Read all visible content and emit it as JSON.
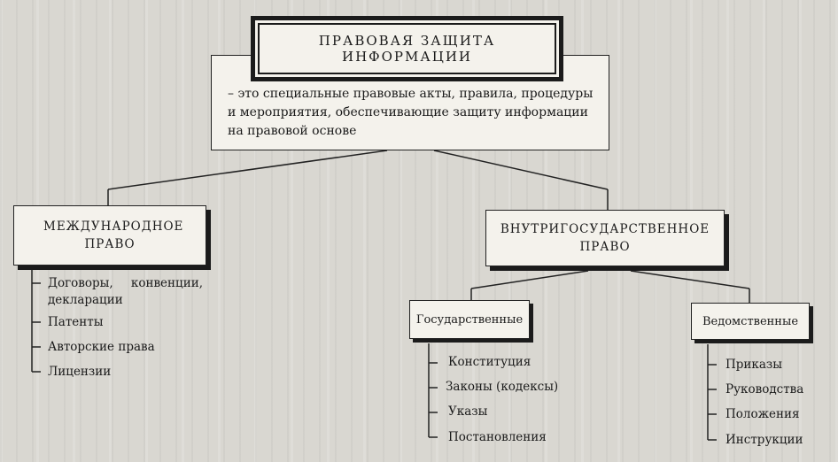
{
  "diagram": {
    "title": "ПРАВОВАЯ  ЗАЩИТА  ИНФОРМАЦИИ",
    "description": "– это специальные правовые акты, правила, процедуры и мероприятия, обеспечивающие защиту информации на правовой основе",
    "branches": {
      "international": {
        "label": "МЕЖДУНАРОДНОЕ ПРАВО",
        "items": [
          "Договоры, конвенции, декларации",
          "Патенты",
          "Авторские права",
          "Лицензии"
        ]
      },
      "domestic": {
        "label": "ВНУТРИГОСУДАРСТВЕННОЕ ПРАВО",
        "state": {
          "label": "Государственные",
          "items": [
            "Конституция",
            "Законы (кодексы)",
            "Указы",
            "Постановления"
          ]
        },
        "departmental": {
          "label": "Ведомственные",
          "items": [
            "Приказы",
            "Руководства",
            "Положения",
            "Инструкции"
          ]
        }
      }
    }
  }
}
